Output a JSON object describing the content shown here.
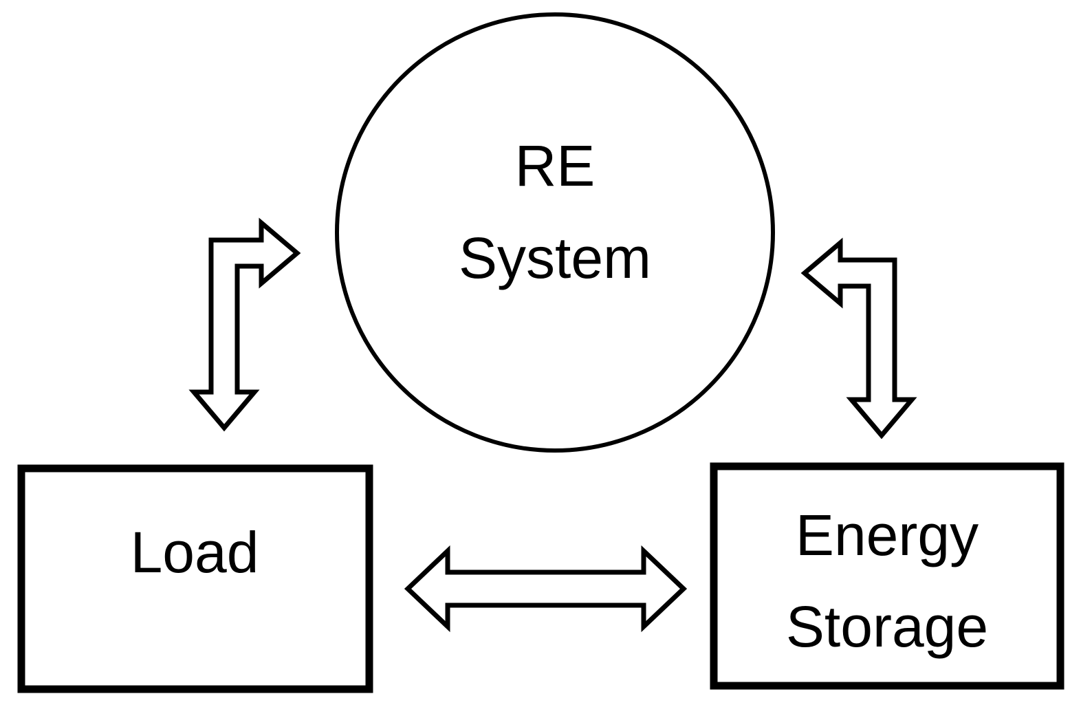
{
  "diagram": {
    "nodes": {
      "re_system": {
        "line1": "RE",
        "line2": "System"
      },
      "load": {
        "label": "Load"
      },
      "energy_storage": {
        "line1": "Energy",
        "line2": "Storage"
      }
    },
    "connectors": {
      "re_to_load": "bidirectional-bent-arrow",
      "re_to_storage": "bidirectional-bent-arrow",
      "load_to_storage": "bidirectional-horizontal-arrow"
    },
    "colors": {
      "background": "#ffffff",
      "shape_fill": "#ffffff",
      "shape_stroke": "#000000",
      "text": "#000000"
    }
  }
}
